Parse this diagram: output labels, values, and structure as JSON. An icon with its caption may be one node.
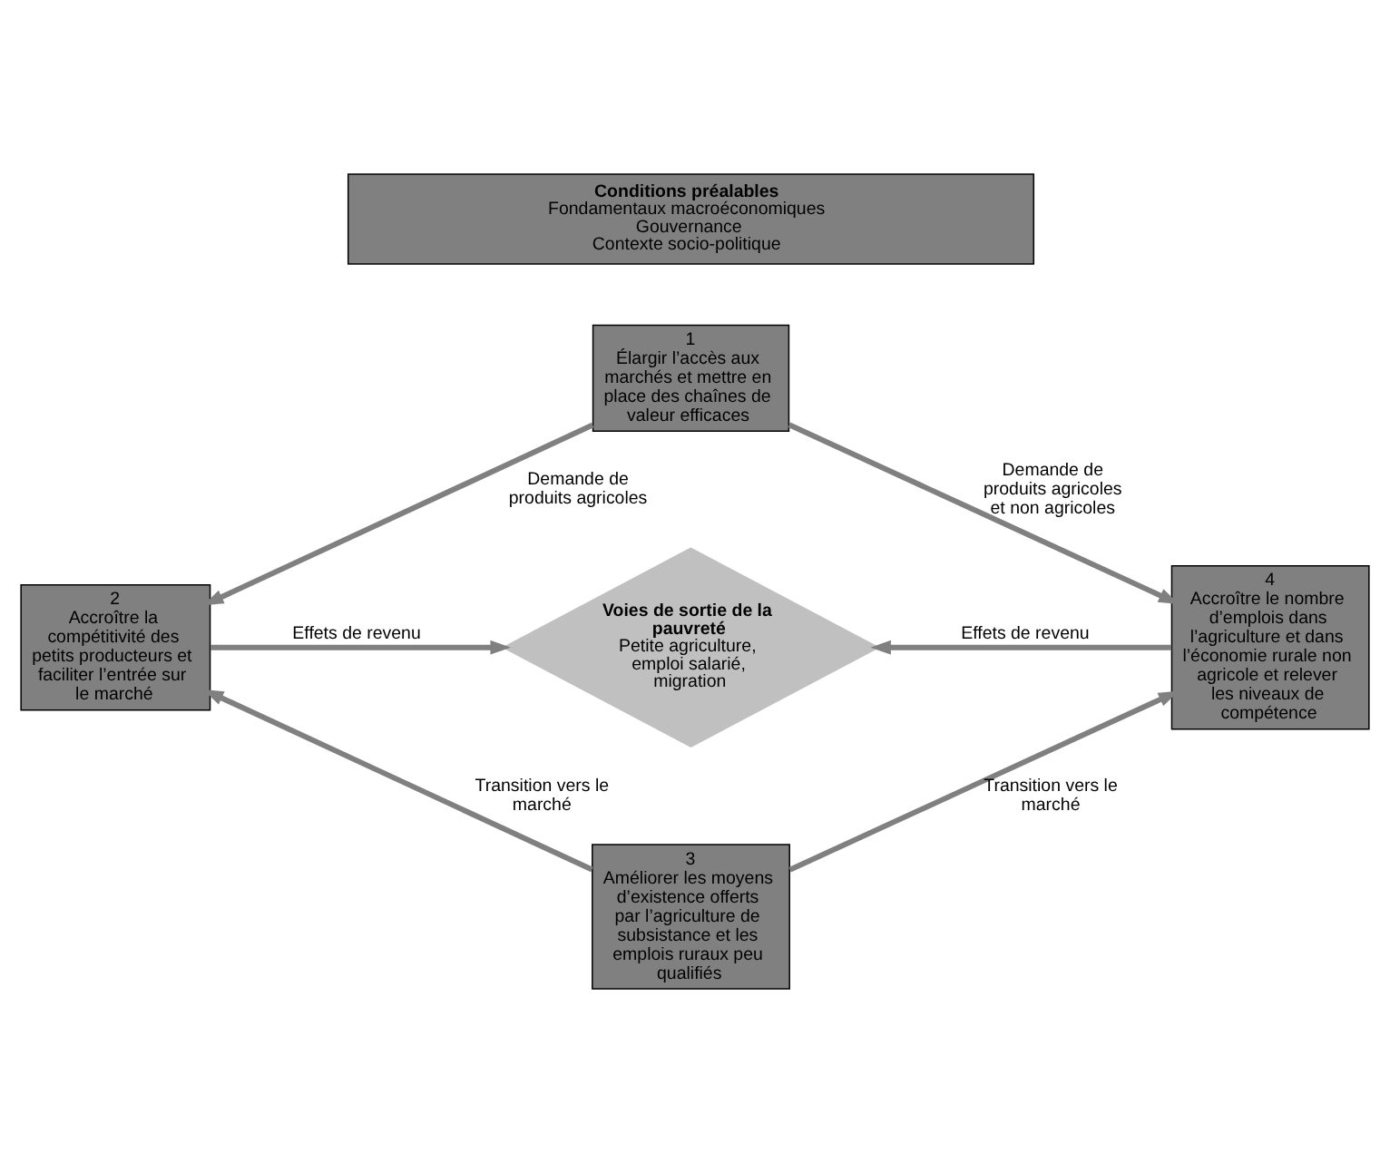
{
  "diagram": {
    "nodes": [
      {
        "text": [
          "Conditions préalables",
          "Fondamentaux macroéconomiques",
          "Gouvernance",
          "Contexte socio-politique"
        ]
      },
      {
        "text": [
          "1",
          "Élargir l’accès aux marchés et mettre en place des chaînes de valeur efficaces"
        ]
      },
      {
        "text": [
          "2",
          "Accroître la compétitivité des petits producteurs et faciliter l’entrée sur le marché"
        ]
      },
      {
        "text": [
          "Voies de sortie de la pauvreté",
          "Petite agriculture, emploi salarié, migration"
        ]
      },
      {
        "text": [
          "4",
          "Accroître le nombre d’emplois dans l’agriculture et dans l’économie rurale non agricole et relever les niveaux de compétence"
        ]
      },
      {
        "text": [
          "3",
          "Améliorer les moyens d’existence offerts par l’agriculture de subsistance et les emplois ruraux peu qualifiés"
        ]
      }
    ],
    "edges": [
      {
        "from": 1,
        "to": 2,
        "arrow": "to",
        "label": "Demande de produits agricoles"
      },
      {
        "from": 1,
        "to": 4,
        "arrow": "to",
        "label": "Demande de produits agricoles et non agricoles"
      },
      {
        "from": 2,
        "to": 3,
        "arrow": "to",
        "label": "Effets de revenu"
      },
      {
        "from": 4,
        "to": 3,
        "arrow": "to",
        "label": "Effets de revenu"
      },
      {
        "from": 5,
        "to": 2,
        "arrow": "to",
        "label": "Transition vers le marché"
      },
      {
        "from": 5,
        "to": 4,
        "arrow": "to",
        "label": "Transition vers le marché"
      }
    ]
  }
}
